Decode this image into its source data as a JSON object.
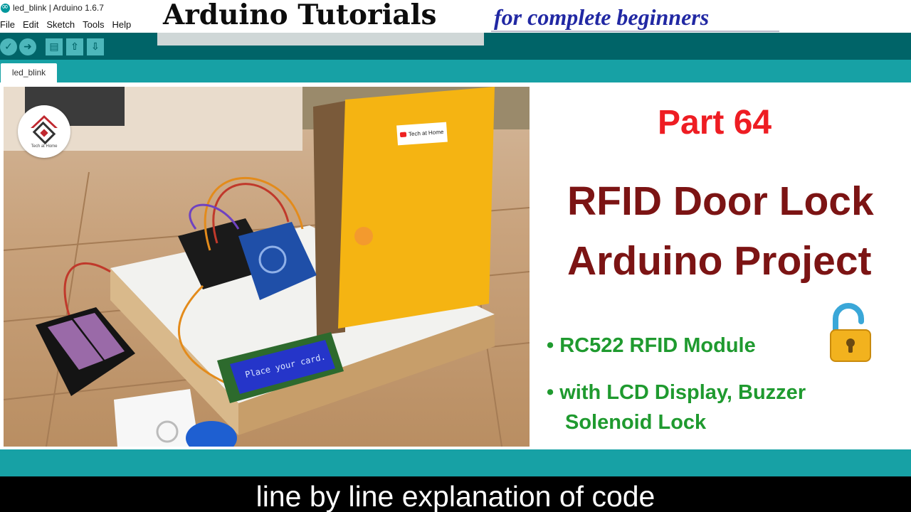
{
  "window": {
    "title": "led_blink | Arduino 1.6.7"
  },
  "menu": {
    "items": [
      "File",
      "Edit",
      "Sketch",
      "Tools",
      "Help"
    ]
  },
  "toolbar": {
    "buttons": [
      {
        "name": "verify-button",
        "icon": "check-icon",
        "glyph": "✓"
      },
      {
        "name": "upload-button",
        "icon": "arrow-right-icon",
        "glyph": "➜"
      },
      {
        "name": "new-button",
        "icon": "new-file-icon",
        "glyph": "▤"
      },
      {
        "name": "open-button",
        "icon": "open-icon",
        "glyph": "⇧"
      },
      {
        "name": "save-button",
        "icon": "save-icon",
        "glyph": "⇩"
      }
    ]
  },
  "tabs": [
    {
      "label": "led_blink"
    }
  ],
  "overlay": {
    "title": "Arduino Tutorials",
    "subtitle": "for complete beginners"
  },
  "photo": {
    "logo_text": "Tech at Home",
    "sticker_text": "Tech at Home",
    "lcd_text": "Place your card."
  },
  "panel": {
    "part": "Part 64",
    "title_line1": "RFID Door Lock",
    "title_line2": "Arduino Project",
    "features": [
      "• RC522 RFID Module",
      "• with LCD Display, Buzzer",
      "Solenoid Lock"
    ],
    "lock_icon": "open-padlock-icon"
  },
  "caption": "line by line explanation of code",
  "colors": {
    "toolbar": "#006468",
    "tabbar": "#17a1a5",
    "part_red": "#ee1d23",
    "title_maroon": "#7c1414",
    "feature_green": "#1f9a2f",
    "subtitle_blue": "#2128a3"
  }
}
